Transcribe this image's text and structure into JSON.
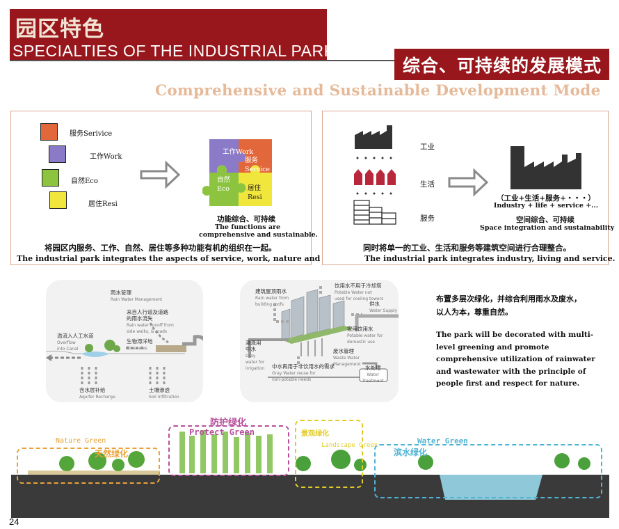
{
  "header": {
    "title_cn": "园区特色",
    "title_en": "SPECIALTIES OF THE INDUSTRIAL PARK",
    "banner_cn": "综合、可持续的发展模式",
    "subtitle_en": "Comprehensive and Sustainable Development Mode"
  },
  "left_panel": {
    "items": [
      {
        "label": "服务Serivice",
        "color": "#e2673a"
      },
      {
        "label": "工作Work",
        "color": "#8a7ac8"
      },
      {
        "label": "自然Eco",
        "color": "#8cc440"
      },
      {
        "label": "居住Resi",
        "color": "#f1e63c"
      }
    ],
    "puzzle": [
      "工作Work",
      "服务Service",
      "自然Eco",
      "居住Resi"
    ],
    "puzzle_caption_cn": "功能综合、可持续",
    "puzzle_caption_en_1": "The functions are",
    "puzzle_caption_en_2": "comprehensive and sustainable.",
    "caption_cn": "将园区内服务、工作、自然、居住等多种功能有机的组织在一起。",
    "caption_en": "The industrial park integrates the aspects of service, work, nature and residence."
  },
  "right_panel": {
    "labels": [
      "工业",
      "生活",
      "服务"
    ],
    "formula_cn": "（工业+生活+服务+・・・）",
    "formula_en": "Industry + life + service +...",
    "space_cn": "空间综合、可持续",
    "space_en": "Space integration and sustainability",
    "caption_cn": "同时将单一的工业、生活和服务等建筑空间进行合理整合。",
    "caption_en": "The industrial park integrates industry, living and service."
  },
  "diagram_left": {
    "title_cn": "雨水管理",
    "title_en": "Rain Water Management",
    "runoff_cn": "来自人行道及道路",
    "runoff_cn2": "的雨水流失",
    "runoff_en": "Rain water runoff from",
    "runoff_en2": "side walks, & roads",
    "overflow_cn": "溢流入人工水道",
    "overflow_en": "Overflow",
    "overflow_en2": "into Canal",
    "bioswale_cn": "生物滞洋地",
    "bioswale_en": "Bioswales",
    "aquifer_cn": "含水层补给",
    "aquifer_en": "Aquifer Recharge",
    "soil_cn": "土壤渗透",
    "soil_en": "Soil Infiltration"
  },
  "diagram_right": {
    "roof_cn": "建筑屋顶雨水",
    "roof_en": "Rain water from",
    "roof_en2": "building roofs",
    "cooling_cn": "饮用水不用于冷却塔",
    "cooling_en": "Potable Water not",
    "cooling_en2": "used for cooling towers",
    "supply_cn": "供水",
    "supply_en": "Water Supply",
    "domestic_cn": "家用饮用水",
    "domestic_en": "Potable water for",
    "domestic_en2": "domestic use",
    "gray_cn": "灌溉用",
    "gray_cn2": "中水",
    "gray_en": "Gray",
    "gray_en2": "water for",
    "gray_en3": "irrigation",
    "waste_cn": "废水管理",
    "waste_en": "Waste Water",
    "waste_en2": "Management",
    "reuse_cn": "中水再用于非饮用水的需求",
    "reuse_en": "Gray Water reuse for",
    "reuse_en2": "non-potable needs",
    "treat_cn": "水处理",
    "treat_en": "Water",
    "treat_en2": "Treatment"
  },
  "description": {
    "cn": "布置多层次绿化，并综合利用雨水及废水，以人为本，尊重自然。",
    "en": "The park will be decorated with multi-level greening and promote comprehensive utilization of rainwater and wastewater with the principle of people first and respect for nature."
  },
  "zones": [
    {
      "en": "Nature Green",
      "cn": "天然绿化",
      "color": "#e7a33a"
    },
    {
      "en": "Protect Green",
      "cn": "防护绿化",
      "color": "#b8509c"
    },
    {
      "en": "Landscape Green",
      "cn": "景观绿化",
      "color": "#e3cc2a"
    },
    {
      "en": "Water Green",
      "cn": "滨水绿化",
      "color": "#4fb4d4"
    }
  ],
  "page_number": "24",
  "colors": {
    "brand_red": "#98171c",
    "subtitle": "#e6b999",
    "panel_border": "#d9a58f"
  }
}
